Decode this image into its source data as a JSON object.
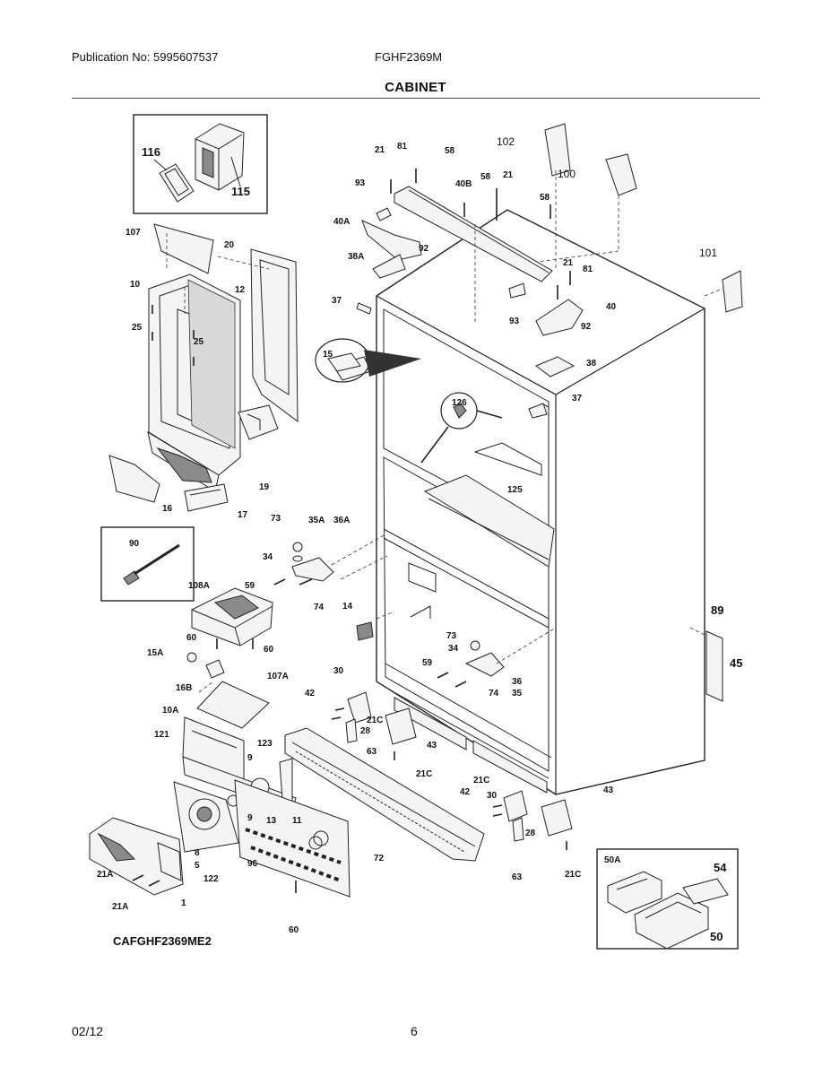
{
  "header": {
    "publication": "Publication No: 5995607537",
    "model": "FGHF2369M",
    "section_title": "CABINET"
  },
  "diagram": {
    "code": "CAFGHF2369ME2",
    "labels": {
      "p116": "116",
      "p115": "115",
      "p107": "107",
      "p20": "20",
      "p10": "10",
      "p12": "12",
      "p25a": "25",
      "p25b": "25",
      "p19": "19",
      "p16": "16",
      "p17": "17",
      "p90": "90",
      "p108A": "108A",
      "p59a": "59",
      "p60a": "60",
      "p60b": "60",
      "p15A": "15A",
      "p16B": "16B",
      "p107A": "107A",
      "p10A": "10A",
      "p121": "121",
      "p123": "123",
      "p9a": "9",
      "p9b": "9",
      "p13": "13",
      "p11": "11",
      "p8": "8",
      "p5": "5",
      "p96": "96",
      "p122": "122",
      "p1": "1",
      "p21Aa": "21A",
      "p21Ab": "21A",
      "p60c": "60",
      "p72": "72",
      "p73a": "73",
      "p35A": "35A",
      "p36A": "36A",
      "p34a": "34",
      "p74a": "74",
      "p14": "14",
      "p42a": "42",
      "p30a": "30",
      "p21Ca": "21C",
      "p28a": "28",
      "p63a": "63",
      "p43a": "43",
      "p21Cb": "21C",
      "p73b": "73",
      "p34b": "34",
      "p59b": "59",
      "p36": "36",
      "p35": "35",
      "p74b": "74",
      "p21Cc": "21C",
      "p42b": "42",
      "p30b": "30",
      "p43b": "43",
      "p28b": "28",
      "p63b": "63",
      "p21Cd": "21C",
      "p21a": "21",
      "p81a": "81",
      "p58a": "58",
      "p102": "102",
      "p93a": "93",
      "p40B": "40B",
      "p58b": "58",
      "p21b": "21",
      "p100": "100",
      "p40A": "40A",
      "p58c": "58",
      "p92a": "92",
      "p38A": "38A",
      "p101": "101",
      "p37a": "37",
      "p21c": "21",
      "p81b": "81",
      "p93b": "93",
      "p40": "40",
      "p92b": "92",
      "p15": "15",
      "p38": "38",
      "p126": "126",
      "p37b": "37",
      "p125": "125",
      "p89": "89",
      "p45": "45",
      "p50A": "50A",
      "p54": "54",
      "p50": "50"
    }
  },
  "footer": {
    "date": "02/12",
    "page": "6"
  }
}
